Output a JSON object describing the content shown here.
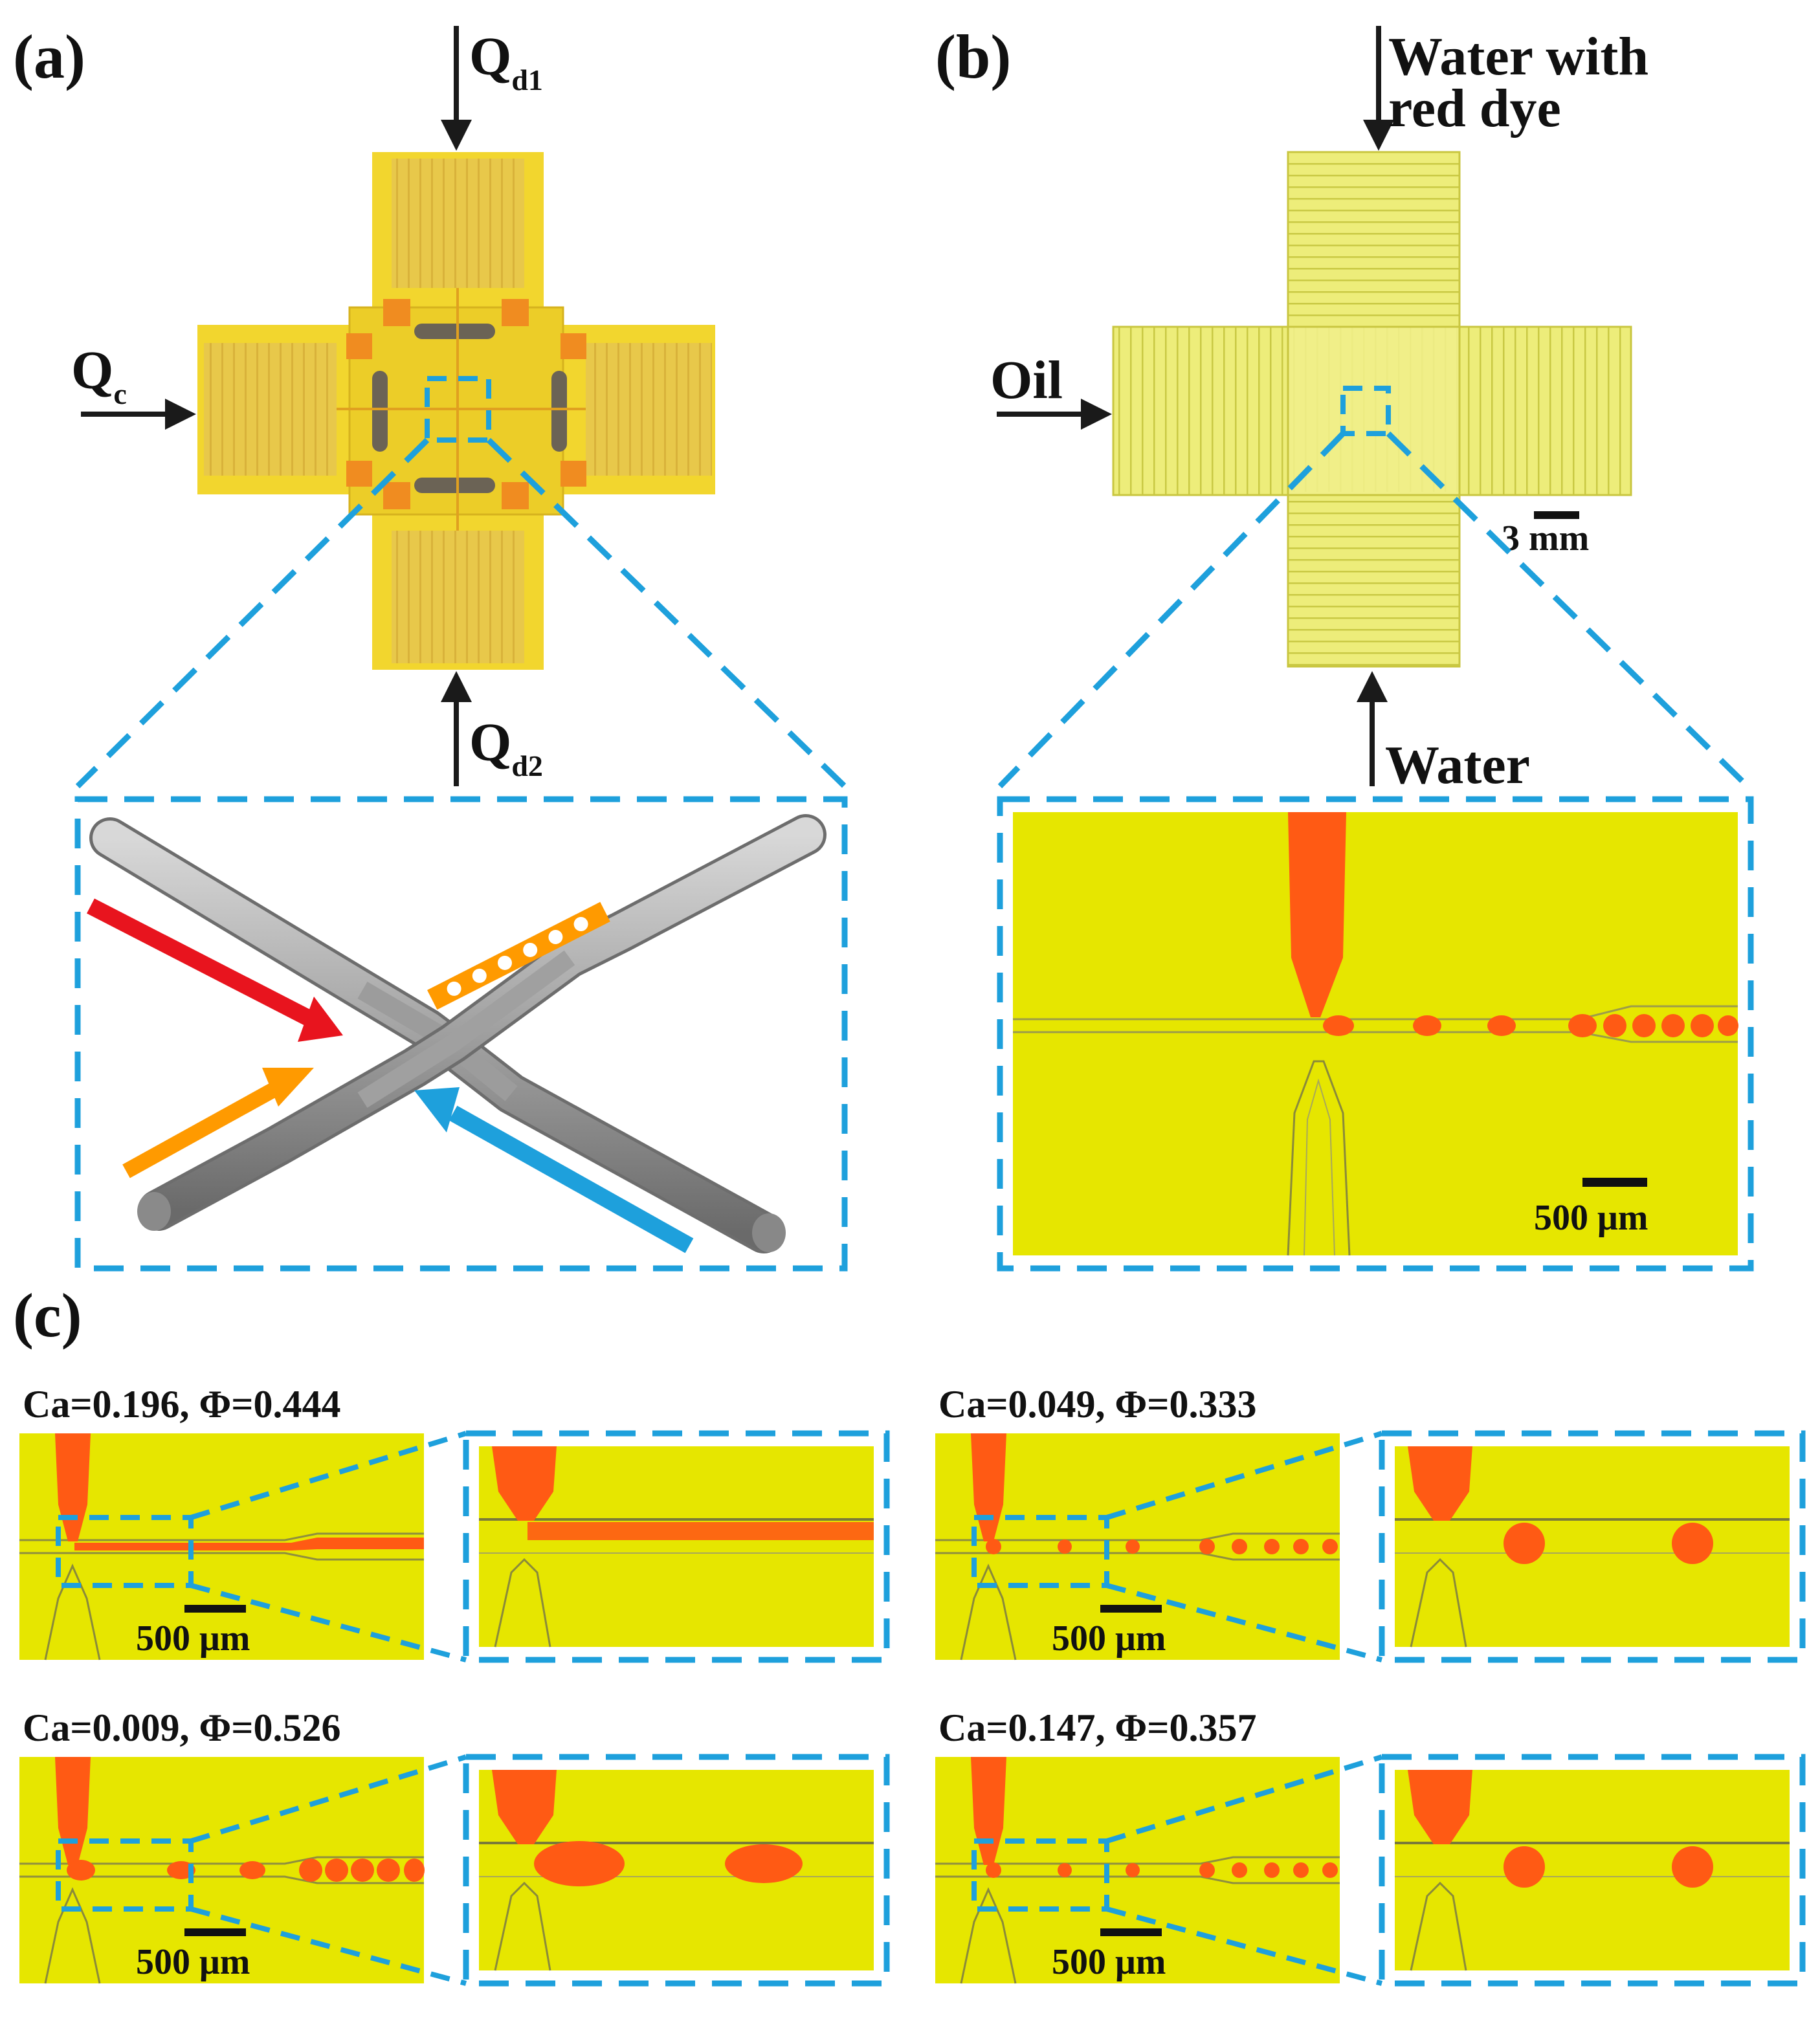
{
  "panels": {
    "a": {
      "letter": "(a)",
      "flows": {
        "qd1_main": "Q",
        "qd1_sub": "d1",
        "qc_main": "Q",
        "qc_sub": "c",
        "qd2_main": "Q",
        "qd2_sub": "d2"
      }
    },
    "b": {
      "letter": "(b)",
      "flows": {
        "top_line1": "Water with",
        "top_line2": "red dye",
        "left": "Oil",
        "bottom": "Water"
      },
      "scalebar_device": "3 mm",
      "scalebar_micro": "500 μm"
    },
    "c": {
      "letter": "(c)",
      "cases": [
        {
          "label": "Ca=0.196, Φ=0.444",
          "scalebar": "500 μm",
          "regime": "jetting"
        },
        {
          "label": "Ca=0.049, Φ=0.333",
          "scalebar": "500 μm",
          "regime": "dripping"
        },
        {
          "label": "Ca=0.009, Φ=0.526",
          "scalebar": "500 μm",
          "regime": "squeezing"
        },
        {
          "label": "Ca=0.147, Φ=0.357",
          "scalebar": "500 μm",
          "regime": "dripping"
        }
      ]
    }
  },
  "colors": {
    "dashed_box": "#1ea0dc",
    "channel_yellow": "#e6e600",
    "droplet_orange": "#ff5a14",
    "arrow_red": "#e8141e",
    "arrow_orange": "#ff9a00",
    "arrow_blue": "#1ea0dc"
  }
}
